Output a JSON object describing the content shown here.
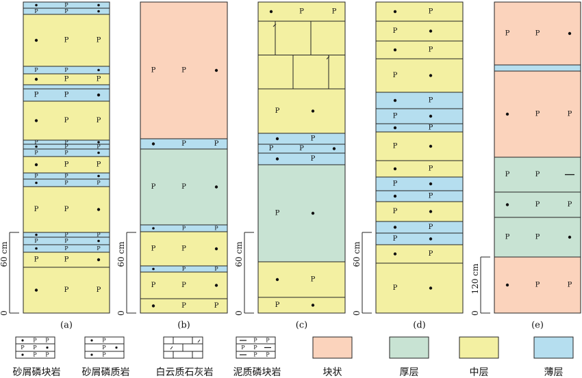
{
  "colors": {
    "block": "#FBD3BC",
    "thick": "#C8E3D3",
    "medium": "#F3F0A2",
    "thin": "#B5DEEF",
    "line": "#222222"
  },
  "p_glyph": "P",
  "dot_glyph": "•",
  "columns": [
    {
      "caption": "(a)",
      "scale": {
        "label": "60 cm",
        "zero": "0"
      },
      "layers": [
        {
          "type": "thin",
          "marks": [
            "dot",
            "P",
            "dot"
          ]
        },
        {
          "type": "thin",
          "marks": [
            "P",
            "P",
            "dot"
          ]
        },
        {
          "type": "medium",
          "marks": [
            "dot",
            "P",
            "P"
          ]
        },
        {
          "type": "thin",
          "marks": [
            "P",
            "P",
            "dot"
          ]
        },
        {
          "type": "medium",
          "marks": [
            "dot",
            "P",
            "P"
          ]
        },
        {
          "type": "thin",
          "marks": []
        },
        {
          "type": "thin",
          "marks": [
            "P",
            "P",
            "dot"
          ]
        },
        {
          "type": "medium",
          "marks": [
            "dot",
            "P",
            "P"
          ]
        },
        {
          "type": "thin",
          "marks": [
            "P",
            "P",
            "dot"
          ]
        },
        {
          "type": "thin",
          "marks": [
            "dot",
            "P",
            "P"
          ]
        },
        {
          "type": "thin",
          "marks": [
            "P",
            "P",
            "dot"
          ]
        },
        {
          "type": "medium",
          "marks": [
            "dot",
            "P",
            "P"
          ]
        },
        {
          "type": "thin",
          "marks": [
            "P",
            "P",
            "dot"
          ]
        },
        {
          "type": "thin",
          "marks": [
            "dot",
            "P",
            "P"
          ]
        },
        {
          "type": "medium",
          "marks": [
            "P",
            "P",
            "dot"
          ]
        },
        {
          "type": "thin",
          "marks": [
            "dot",
            "P",
            "P"
          ]
        },
        {
          "type": "thin",
          "marks": [
            "P",
            "P",
            "dot"
          ]
        },
        {
          "type": "thin",
          "marks": [
            "dot",
            "P",
            "P"
          ]
        },
        {
          "type": "medium",
          "marks": [
            "P",
            "P",
            "dot"
          ]
        },
        {
          "type": "medium",
          "marks": [
            "dot",
            "P",
            "P"
          ]
        }
      ]
    },
    {
      "caption": "(b)",
      "scale": {
        "label": "60 cm",
        "zero": "0"
      },
      "layers": [
        {
          "type": "block",
          "marks": [
            "P",
            "P",
            "dot"
          ]
        },
        {
          "type": "thin",
          "marks": [
            "dot",
            "P",
            "P"
          ]
        },
        {
          "type": "thick",
          "marks": [
            "P",
            "P",
            "dot"
          ]
        },
        {
          "type": "thin",
          "marks": [
            "dot",
            "P",
            "P"
          ]
        },
        {
          "type": "medium",
          "marks": [
            "P",
            "P",
            "dot"
          ]
        },
        {
          "type": "thin",
          "marks": [
            "dot",
            "P",
            "P"
          ]
        },
        {
          "type": "medium",
          "marks": [
            "P",
            "P",
            "dot"
          ]
        },
        {
          "type": "medium",
          "marks": [
            "dot",
            "P",
            "P"
          ]
        }
      ]
    },
    {
      "caption": "(c)",
      "scale": {
        "label": "60 cm",
        "zero": "0"
      },
      "layers": [
        {
          "type": "medium",
          "marks": [
            "dot",
            "P",
            "P"
          ]
        },
        {
          "type": "medium-dolomite",
          "marks": []
        },
        {
          "type": "medium",
          "marks": [
            "P",
            "dot"
          ]
        },
        {
          "type": "thin",
          "marks": [
            "dot",
            "P"
          ]
        },
        {
          "type": "thin",
          "marks": [
            "P",
            "P",
            "dot"
          ]
        },
        {
          "type": "thin",
          "marks": [
            "dot",
            "P"
          ]
        },
        {
          "type": "thick",
          "marks": [
            "P",
            "dot"
          ]
        },
        {
          "type": "medium",
          "marks": [
            "dot",
            "P"
          ]
        },
        {
          "type": "medium",
          "marks": [
            "P",
            "dot"
          ]
        }
      ]
    },
    {
      "caption": "(d)",
      "scale": {
        "label": "60 cm",
        "zero": "0"
      },
      "layers": [
        {
          "type": "medium",
          "marks": [
            "dot",
            "P"
          ]
        },
        {
          "type": "medium",
          "marks": [
            "P",
            "dot"
          ]
        },
        {
          "type": "medium",
          "marks": [
            "dot",
            "P"
          ]
        },
        {
          "type": "medium",
          "marks": [
            "P",
            "dot"
          ]
        },
        {
          "type": "thin",
          "marks": [
            "dot",
            "P"
          ]
        },
        {
          "type": "thin",
          "marks": [
            "P",
            "dot"
          ]
        },
        {
          "type": "thin",
          "marks": [
            "dot",
            "P"
          ]
        },
        {
          "type": "medium",
          "marks": [
            "P",
            "dot"
          ]
        },
        {
          "type": "medium",
          "marks": [
            "dot",
            "P"
          ]
        },
        {
          "type": "thin",
          "marks": [
            "P",
            "dot"
          ]
        },
        {
          "type": "thin",
          "marks": [
            "dot",
            "P"
          ]
        },
        {
          "type": "medium",
          "marks": [
            "P",
            "dot"
          ]
        },
        {
          "type": "thin",
          "marks": [
            "dot",
            "P"
          ]
        },
        {
          "type": "thin",
          "marks": [
            "P",
            "dot"
          ]
        },
        {
          "type": "medium",
          "marks": [
            "dot",
            "P"
          ]
        },
        {
          "type": "medium",
          "marks": [
            "P",
            "dot"
          ]
        }
      ]
    },
    {
      "caption": "(e)",
      "scale": {
        "label": "120 cm",
        "zero": "0"
      },
      "layers": [
        {
          "type": "block",
          "marks": [
            "P",
            "P",
            "dot"
          ]
        },
        {
          "type": "thin",
          "marks": []
        },
        {
          "type": "block",
          "marks": [
            "dot",
            "P",
            "P"
          ]
        },
        {
          "type": "thick",
          "marks": [
            "P",
            "P",
            "dash"
          ]
        },
        {
          "type": "thick",
          "marks": [
            "dot",
            "P",
            "P"
          ]
        },
        {
          "type": "thick",
          "marks": [
            "P",
            "P",
            "dot"
          ]
        },
        {
          "type": "block",
          "marks": [
            "dot",
            "P",
            "P"
          ]
        }
      ]
    }
  ],
  "legend": [
    {
      "label": "砂屑磷块岩",
      "kind": "pattern-sandy-phosphorite"
    },
    {
      "label": "砂屑磷质岩",
      "kind": "pattern-sandy-phosphatic"
    },
    {
      "label": "白云质石灰岩",
      "kind": "pattern-dolomitic-limestone"
    },
    {
      "label": "泥质磷块岩",
      "kind": "pattern-argillaceous-phosphorite"
    },
    {
      "label": "块状",
      "kind": "swatch-block"
    },
    {
      "label": "厚层",
      "kind": "swatch-thick"
    },
    {
      "label": "中层",
      "kind": "swatch-medium"
    },
    {
      "label": "薄层",
      "kind": "swatch-thin"
    }
  ]
}
